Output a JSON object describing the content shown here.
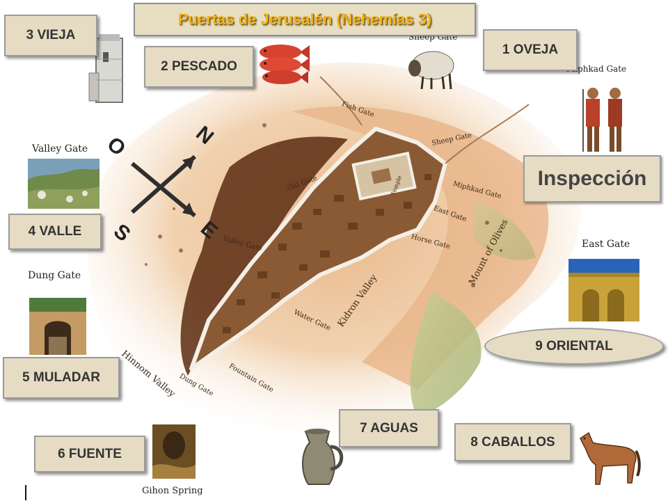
{
  "title": "Puertas de Jerusalén (Nehemías 3)",
  "inspect_label": "Inspección",
  "gates": {
    "g1": "1 OVEJA",
    "g2": "2 PESCADO",
    "g3": "3 VIEJA",
    "g4": "4 VALLE",
    "g5": "5 MULADAR",
    "g6": "6 FUENTE",
    "g7": "7 AGUAS",
    "g8": "8 CABALLOS",
    "g9": "9 ORIENTAL"
  },
  "compass": {
    "north": "N",
    "east": "E",
    "south": "S",
    "west": "O"
  },
  "captions": {
    "sheep": "Sheep Gate",
    "miphkad": "Miphkad Gate",
    "valley": "Valley Gate",
    "dung": "Dung Gate",
    "east": "East Gate",
    "gihon": "Gihon Spring"
  },
  "map_labels": {
    "fish": "Fish Gate",
    "sheep": "Sheep Gate",
    "old": "Old Gate",
    "temple": "Temple",
    "miphkad": "Miphkad Gate",
    "east": "East Gate",
    "horse": "Horse Gate",
    "valley": "Valley Gate",
    "water": "Water Gate",
    "kidron": "Kidron Valley",
    "olives": "Mount of Olives",
    "hinnom": "Hinnom Valley",
    "dung": "Dung Gate",
    "fountain": "Fountain Gate"
  }
}
